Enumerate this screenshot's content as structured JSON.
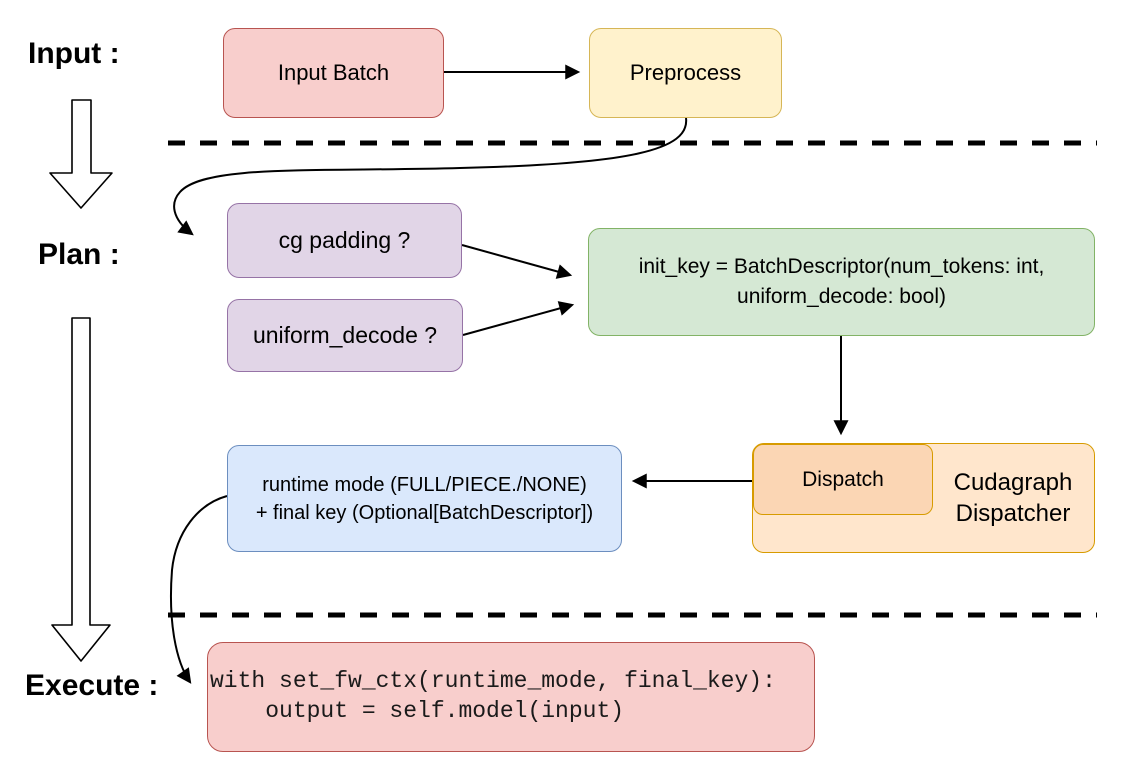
{
  "diagram": {
    "labels": {
      "input": "Input :",
      "plan": "Plan :",
      "execute": "Execute :"
    },
    "nodes": {
      "input_batch": {
        "label": "Input Batch"
      },
      "preprocess": {
        "label": "Preprocess"
      },
      "cg_padding": {
        "label": "cg padding ?"
      },
      "uniform_decode": {
        "label": "uniform_decode ?"
      },
      "init_key": {
        "line1": "init_key = BatchDescriptor(num_tokens: int,",
        "line2": "uniform_decode: bool)"
      },
      "dispatch": {
        "label": "Dispatch"
      },
      "cudagraph_dispatcher": {
        "line1": "Cudagraph",
        "line2": "Dispatcher"
      },
      "runtime_mode": {
        "line1": "runtime mode (FULL/PIECE./NONE)",
        "line2": "+ final key (Optional[BatchDescriptor])"
      },
      "execute_code": {
        "line1": "with set_fw_ctx(runtime_mode, final_key):",
        "line2": "    output = self.model(input)"
      }
    },
    "colors": {
      "red_fill": "#f8cecc",
      "red_stroke": "#b85450",
      "yellow_fill": "#fff2cc",
      "yellow_stroke": "#d6b656",
      "purple_fill": "#e1d5e7",
      "purple_stroke": "#9673a6",
      "green_fill": "#d5e8d4",
      "green_stroke": "#82b366",
      "blue_fill": "#dae8fc",
      "blue_stroke": "#6c8ebf",
      "orange_fill": "#ffe6cc",
      "orange_stroke": "#d79b00",
      "salmon_fill": "#fbd6b4",
      "connector": "#000000"
    }
  }
}
